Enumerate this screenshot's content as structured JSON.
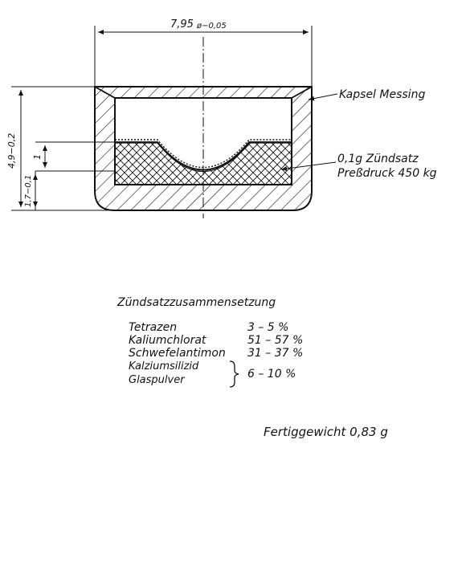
{
  "drawing": {
    "dimensions": {
      "outer_diameter": "7,95",
      "outer_diameter_tolerance": "ø−0,05",
      "height": "4,9−0,2",
      "charge_depth": "1",
      "base_thickness": "1,7−0,1"
    },
    "labels": {
      "capsule": "Kapsel Messing",
      "charge_weight": "0,1g Zündsatz",
      "press_pressure": "Preßdruck 450 kg"
    }
  },
  "composition": {
    "title": "Zündsatzzusammensetzung",
    "items": [
      {
        "name": "Tetrazen",
        "value": "3 – 5 %"
      },
      {
        "name": "Kaliumchlorat",
        "value": "51 – 57 %"
      },
      {
        "name": "Schwefelantimon",
        "value": "31 – 37 %"
      }
    ],
    "group": {
      "names": [
        "Kalziumsilizid",
        "Glaspulver"
      ],
      "value": "6 – 10 %"
    }
  },
  "final_weight": "Fertiggewicht 0,83 g",
  "colors": {
    "ink": "#111111",
    "paper": "#ffffff"
  }
}
